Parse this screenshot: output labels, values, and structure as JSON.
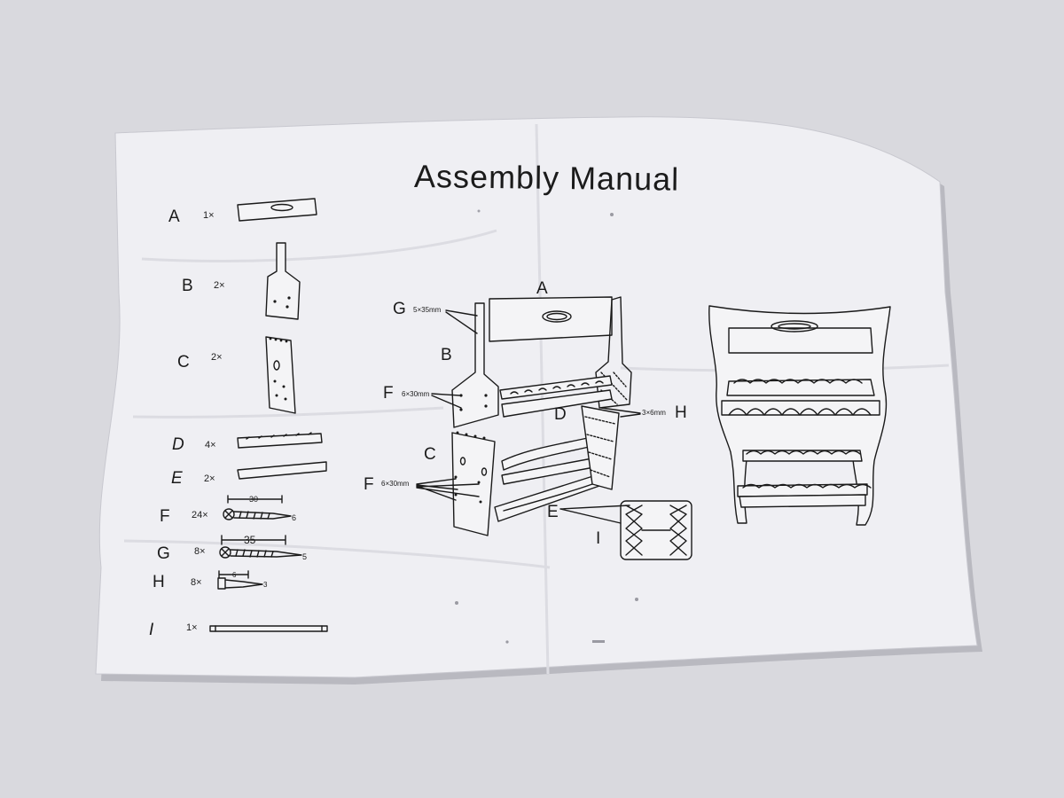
{
  "title": "Assembly Manual",
  "parts": [
    {
      "letter": "A",
      "qty": "1×"
    },
    {
      "letter": "B",
      "qty": "2×"
    },
    {
      "letter": "C",
      "qty": "2×"
    },
    {
      "letter": "D",
      "qty": "4×"
    },
    {
      "letter": "E",
      "qty": "2×"
    },
    {
      "letter": "F",
      "qty": "24×",
      "length": "30",
      "thread": "6"
    },
    {
      "letter": "G",
      "qty": "8×",
      "length": "35",
      "thread": "5"
    },
    {
      "letter": "H",
      "qty": "8×",
      "length": "6",
      "thread": "3"
    },
    {
      "letter": "I",
      "qty": "1×"
    }
  ],
  "exploded": {
    "A": "A",
    "B": "B",
    "C": "C",
    "D": "D",
    "E": "E",
    "F1": "F",
    "F2": "F",
    "G": "G",
    "H": "H",
    "I": "I",
    "g_spec": "5×35mm",
    "f1_spec": "6×30mm",
    "f2_spec": "6×30mm",
    "h_spec": "3×6mm"
  }
}
